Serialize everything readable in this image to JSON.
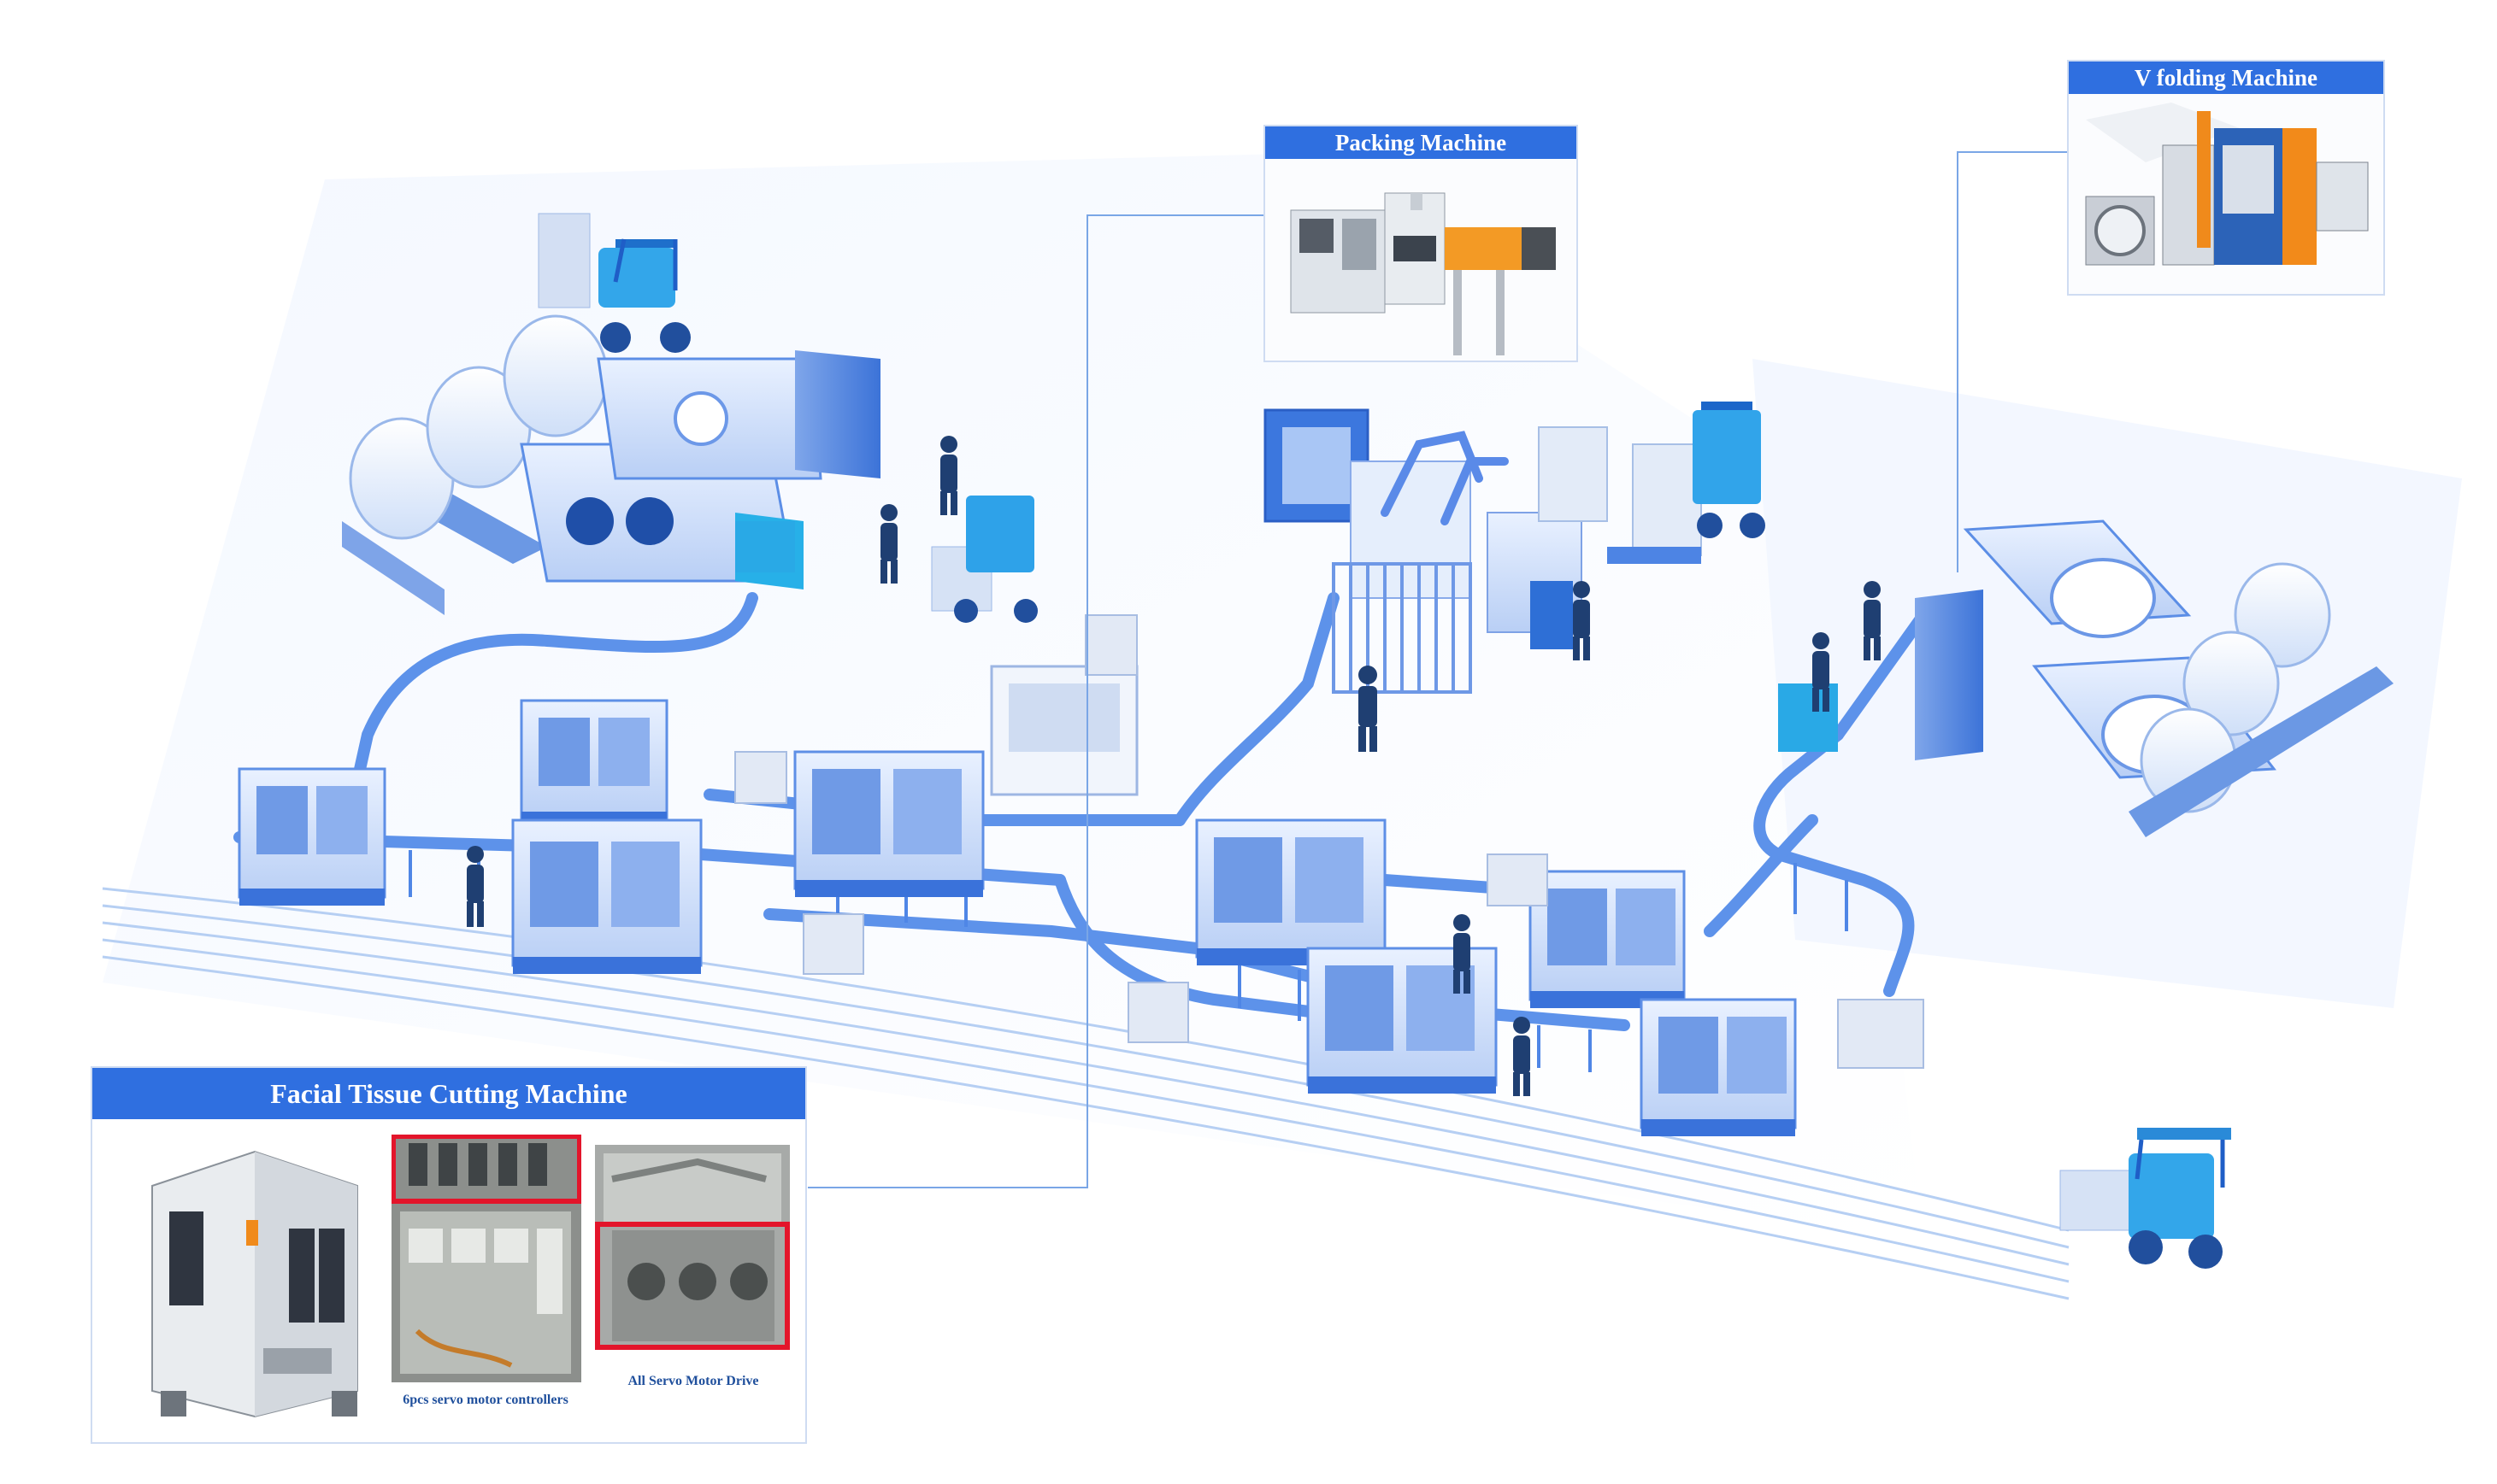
{
  "callouts": {
    "packing": {
      "title": "Packing Machine"
    },
    "v_folding": {
      "title": "V folding Machine"
    },
    "facial_tissue": {
      "title": "Facial Tissue Cutting Machine",
      "caption_controllers": "6pcs servo motor controllers",
      "caption_servo": "All Servo Motor Drive"
    }
  },
  "colors": {
    "accent": "#2f6fe0",
    "machine_blue": "#3d7be4",
    "highlight_red": "#e3152b",
    "floor_line": "#9fc3f3"
  },
  "icons": [
    "forklift-icon",
    "worker-icon",
    "conveyor",
    "roll-unwinder",
    "packing-robot",
    "carton-stack"
  ]
}
